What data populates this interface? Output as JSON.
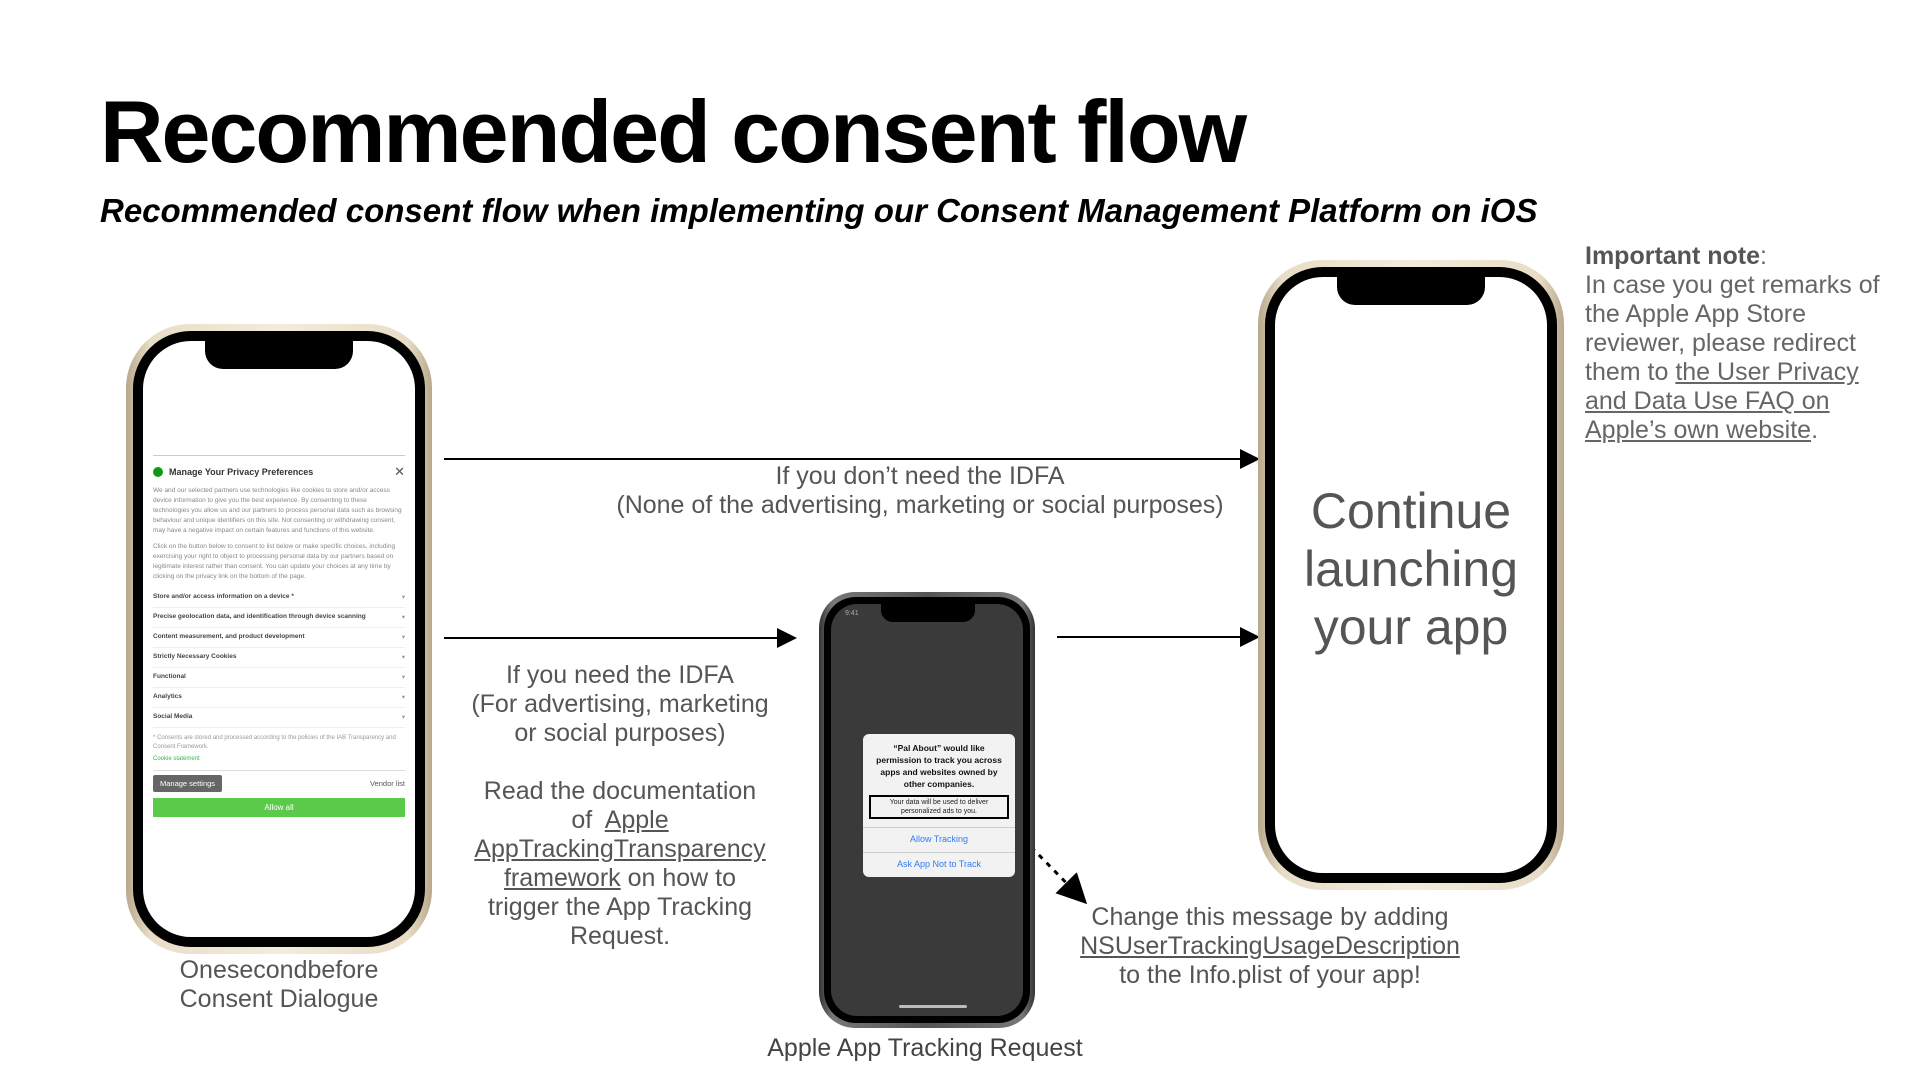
{
  "slide": {
    "title": "Recommended consent flow",
    "subtitle": "Recommended consent flow when implementing our Consent Management Platform on iOS"
  },
  "arrows": {
    "top_line1": "If you don’t need the IDFA",
    "top_line2": "(None of the advertising, marketing or social purposes)"
  },
  "idfa": {
    "line1": "If you need the IDFA",
    "line2": "(For advertising, marketing",
    "line3": "or social purposes)",
    "doc_pre": "Read the documentation",
    "doc_of": "of",
    "doc_link1": "Apple",
    "doc_link2": "AppTrackingTransparency",
    "doc_link3": "framework",
    "doc_post1": "on how to",
    "doc_post2": "trigger the App Tracking",
    "doc_post3": "Request."
  },
  "phone1": {
    "caption1": "Onesecondbefore",
    "caption2": "Consent Dialogue",
    "dialog": {
      "title": "Manage Your Privacy Preferences",
      "close": "✕",
      "p1": "We and our selected partners use technologies like cookies to store and/or access device information to give you the best experience. By consenting to these technologies you allow us and our partners to process personal data such as browsing behaviour and unique identifiers on this site. Not consenting or withdrawing consent, may have a negative impact on certain features and functions of this website.",
      "p2": "Click on the button below to consent to list below or make specific choices, including exercising your right to object to processing personal data by our partners based on legitimate interest rather than consent. You can update your choices at any time by clicking on the privacy link on the bottom of the page.",
      "rows": [
        "Store and/or access information on a device *",
        "Precise geolocation data, and identification through device scanning",
        "Content measurement, and product development",
        "Strictly Necessary Cookies",
        "Functional",
        "Analytics",
        "Social Media"
      ],
      "row_chevron": "▾",
      "footnote": "* Consents are stored and processed according to the policies of the IAB Transparency and Consent Framework.",
      "cookie_link": "Cookie statement",
      "manage": "Manage settings",
      "vendor": "Vendor list",
      "allow": "Allow all"
    }
  },
  "phone2": {
    "caption": "Apple App Tracking Request",
    "time": "9:41",
    "popup": {
      "title": "“Pal About” would like permission to track you across apps and websites owned by other companies.",
      "message": "Your data will be used to deliver personalized ads to you.",
      "allow": "Allow Tracking",
      "deny": "Ask App Not to Track"
    }
  },
  "change": {
    "line1": "Change this message by adding",
    "line2": "NSUserTrackingUsageDescription",
    "line3": "to the Info.plist of your app!"
  },
  "phone3": {
    "line1": "Continue",
    "line2": "launching",
    "line3": "your app"
  },
  "note": {
    "heading": "Important note",
    "colon": ":",
    "text1": "In case you get remarks of the Apple App Store reviewer, please redirect them to",
    "link": "the User Privacy and Data Use FAQ on Apple’s own website",
    "end": "."
  },
  "colors": {
    "allow_green": "#5bc94a",
    "ios_blue": "#2f7bf2",
    "gold_frame": "#e8ddc7"
  }
}
